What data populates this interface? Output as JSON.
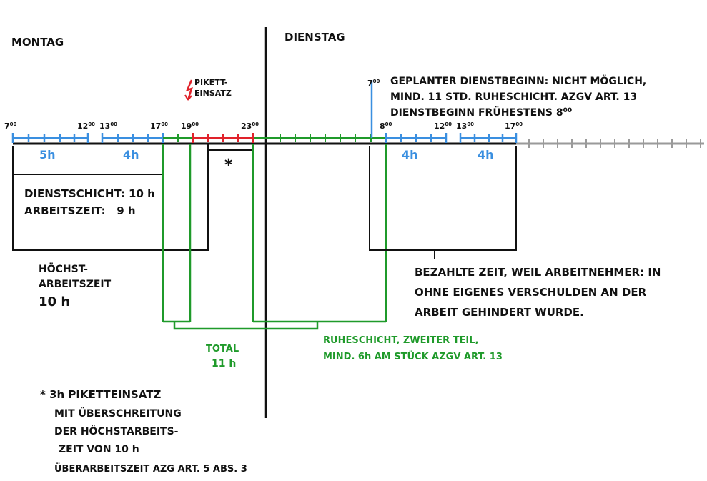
{
  "days": {
    "monday": "MONTAG",
    "tuesday": "DIENSTAG"
  },
  "colors": {
    "ink": "#111111",
    "blue": "#3a8fe0",
    "green": "#1f9a2a",
    "red": "#e0222a",
    "grey": "#9a9a9a"
  },
  "timeline": {
    "ticks": [
      {
        "h": "7",
        "m": "00"
      },
      {
        "h": "12",
        "m": "00"
      },
      {
        "h": "13",
        "m": "00"
      },
      {
        "h": "17",
        "m": "00"
      },
      {
        "h": "19",
        "m": "00"
      },
      {
        "h": "23",
        "m": "00"
      },
      {
        "h": "7",
        "m": "00"
      },
      {
        "h": "8",
        "m": "00"
      },
      {
        "h": "12",
        "m": "00"
      },
      {
        "h": "13",
        "m": "00"
      },
      {
        "h": "17",
        "m": "00"
      }
    ],
    "durations": [
      "5h",
      "4h",
      "4h",
      "4h"
    ],
    "star": "*"
  },
  "pikett": {
    "line1": "PIKETT-",
    "line2": "EINSATZ"
  },
  "dienstschicht": {
    "line1": "DIENSTSCHICHT: 10 h",
    "line2": "ARBEITSZEIT:   9 h"
  },
  "hoechst": {
    "line1": "HÖCHST-",
    "line2": "ARBEITSZEIT",
    "line3": "10 h"
  },
  "total": {
    "line1": "TOTAL",
    "line2": "11 h"
  },
  "ruheschicht": {
    "line1": "RUHESCHICHT, ZWEITER TEIL,",
    "line2": "MIND. 6h AM STÜCK AZGV ART. 13"
  },
  "geplant": {
    "line1": "GEPLANTER DIENSTBEGINN: NICHT MÖGLICH,",
    "line2": "MIND. 11 STD. RUHESCHICHT. AZGV ART. 13",
    "line3": "DIENSTBEGINN FRÜHESTENS 8",
    "line3_sup": "00"
  },
  "bezahlt": {
    "line1": "BEZAHLTE ZEIT, WEIL ARBEITNEHMER: IN",
    "line2": "OHNE EIGENES VERSCHULDEN AN DER",
    "line3": "ARBEIT GEHINDERT WURDE."
  },
  "footnote": {
    "line1": "* 3h PIKETTEINSATZ",
    "line2": "MIT ÜBERSCHREITUNG",
    "line3": "DER HÖCHSTARBEITS-",
    "line4": "ZEIT VON 10 h",
    "line5": "ÜBERARBEITSZEIT AZG ART. 5 ABS. 3"
  }
}
